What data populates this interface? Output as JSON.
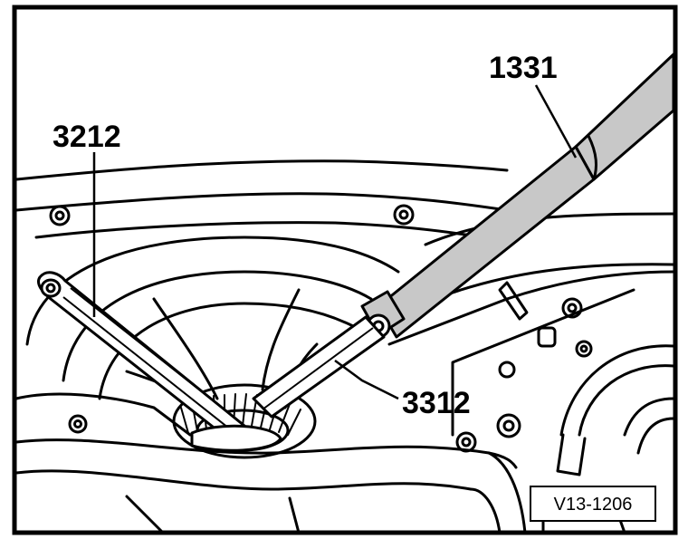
{
  "figure": {
    "callouts": {
      "tool_1331": "1331",
      "tool_3212": "3212",
      "tool_3312": "3312"
    },
    "figure_reference": "V13-1206"
  },
  "colors": {
    "line": "#000000",
    "tool_fill": "#c8c8c8",
    "background": "#ffffff"
  }
}
